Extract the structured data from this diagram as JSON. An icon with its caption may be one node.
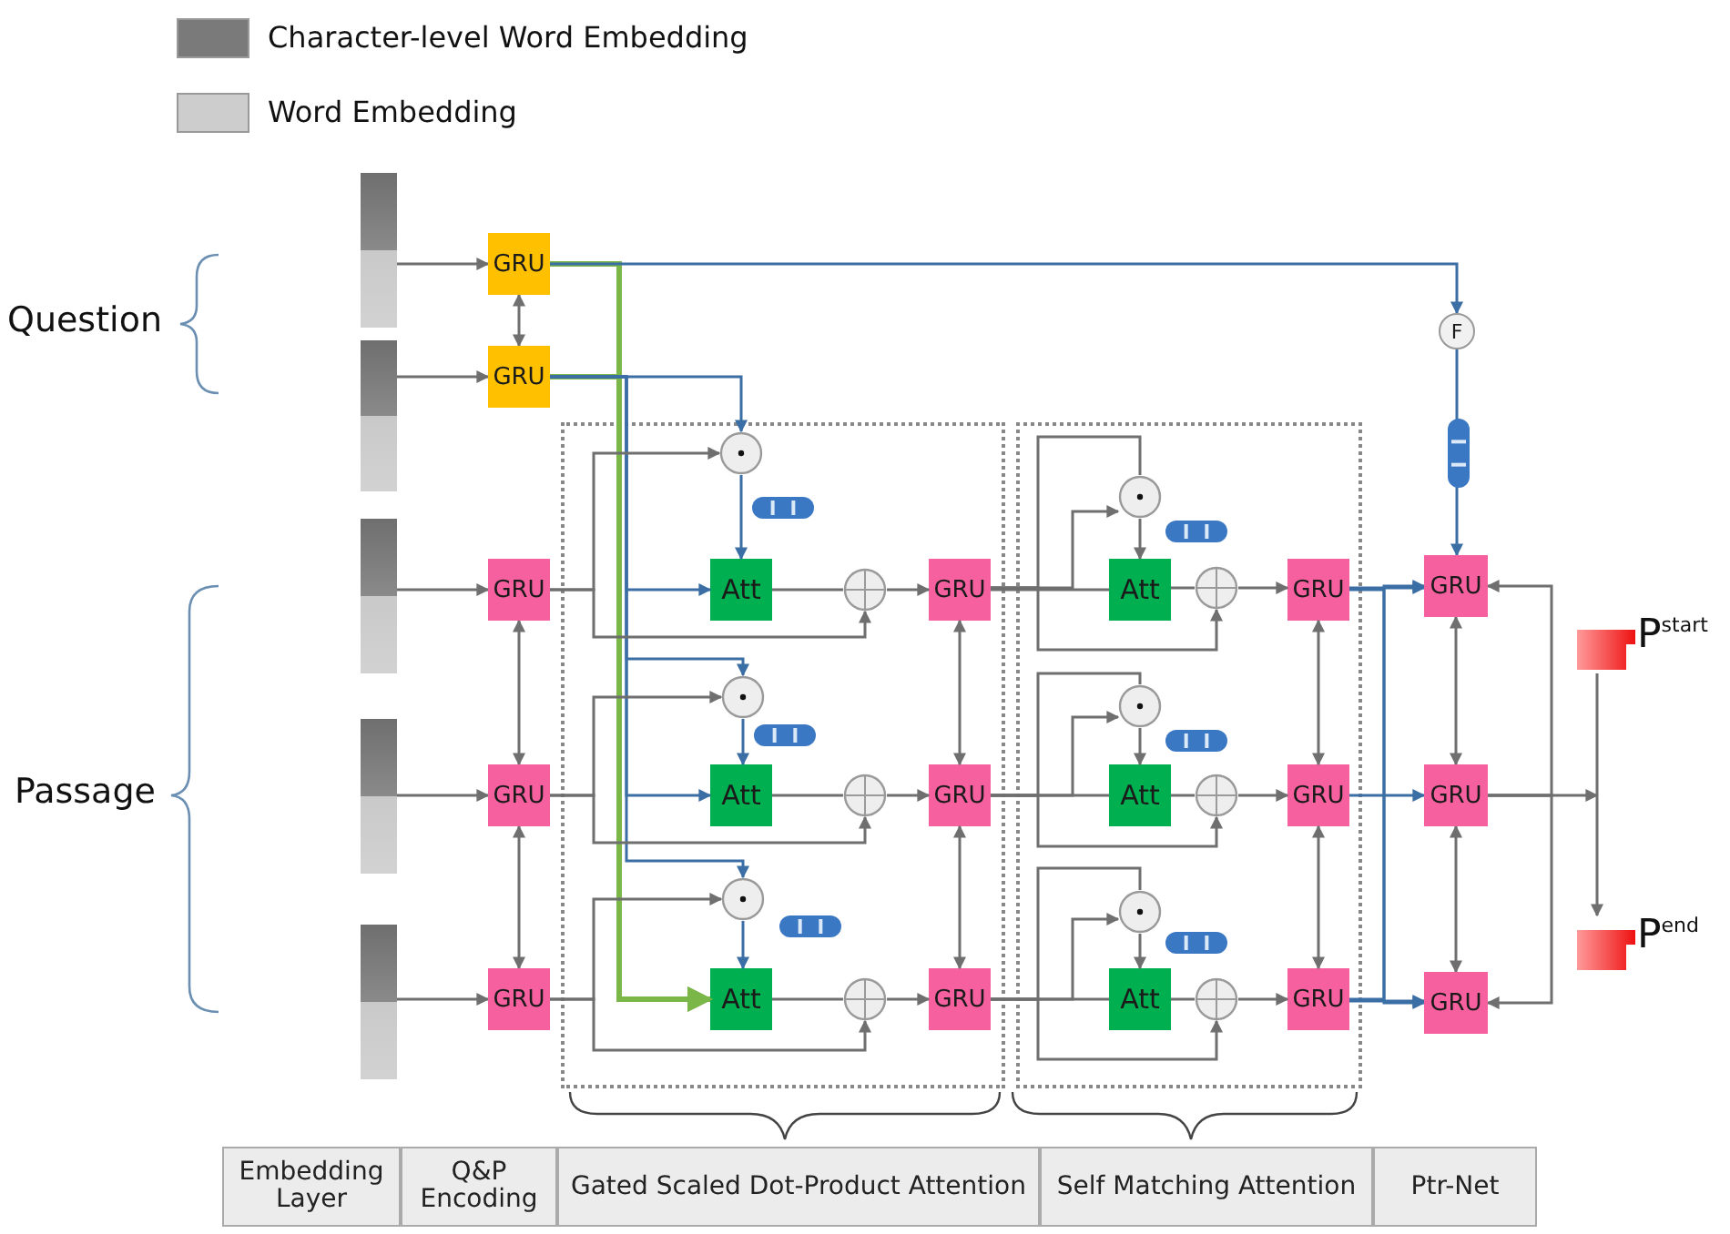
{
  "diagram": {
    "nodes": [
      {
        "text": [],
        "shape": "bar"
      },
      {
        "text": [],
        "shape": "bar"
      },
      {
        "text": [],
        "shape": "bar"
      },
      {
        "text": [],
        "shape": "bar"
      },
      {
        "text": [],
        "shape": "bar"
      },
      {
        "text": [
          "GRU"
        ]
      },
      {
        "text": [
          "GRU"
        ]
      },
      {
        "text": [
          "GRU"
        ]
      },
      {
        "text": [
          "GRU"
        ]
      },
      {
        "text": [
          "GRU"
        ]
      },
      {
        "text": [],
        "shape": "box"
      },
      {
        "text": [],
        "shape": "circle",
        "in": 10
      },
      {
        "text": [],
        "shape": "circle",
        "in": 10
      },
      {
        "text": [],
        "shape": "circle",
        "in": 10
      },
      {
        "text": [
          "Att"
        ],
        "in": 10
      },
      {
        "text": [
          "Att"
        ],
        "in": 10
      },
      {
        "text": [
          "Att"
        ],
        "in": 10
      },
      {
        "text": [],
        "shape": "circle",
        "in": 10
      },
      {
        "text": [],
        "shape": "circle",
        "in": 10
      },
      {
        "text": [],
        "shape": "circle",
        "in": 10
      },
      {
        "text": [
          "GRU"
        ],
        "in": 10
      },
      {
        "text": [
          "GRU"
        ],
        "in": 10
      },
      {
        "text": [
          "GRU"
        ],
        "in": 10
      },
      {
        "text": [],
        "shape": "box"
      },
      {
        "text": [],
        "shape": "circle",
        "in": 23
      },
      {
        "text": [],
        "shape": "circle",
        "in": 23
      },
      {
        "text": [],
        "shape": "circle",
        "in": 23
      },
      {
        "text": [
          "Att"
        ],
        "in": 23
      },
      {
        "text": [
          "Att"
        ],
        "in": 23
      },
      {
        "text": [
          "Att"
        ],
        "in": 23
      },
      {
        "text": [],
        "shape": "circle",
        "in": 23
      },
      {
        "text": [],
        "shape": "circle",
        "in": 23
      },
      {
        "text": [],
        "shape": "circle",
        "in": 23
      },
      {
        "text": [
          "GRU"
        ],
        "in": 23
      },
      {
        "text": [
          "GRU"
        ],
        "in": 23
      },
      {
        "text": [
          "GRU"
        ],
        "in": 23
      },
      {
        "text": [
          "F"
        ]
      },
      {
        "text": [
          "GRU"
        ]
      },
      {
        "text": [
          "GRU"
        ]
      },
      {
        "text": [
          "GRU"
        ]
      },
      {
        "text": [
          "P$^{start}$"
        ]
      },
      {
        "text": [
          "P$^{end}$"
        ]
      }
    ],
    "edges": [
      {
        "from": 0,
        "to": 5,
        "arrow": "to"
      },
      {
        "from": 1,
        "to": 6,
        "arrow": "to"
      },
      {
        "from": 2,
        "to": 7,
        "arrow": "to"
      },
      {
        "from": 3,
        "to": 8,
        "arrow": "to"
      },
      {
        "from": 4,
        "to": 9,
        "arrow": "to"
      },
      {
        "from": 5,
        "to": 6,
        "arrow": "both"
      },
      {
        "from": 7,
        "to": 8,
        "arrow": "both"
      },
      {
        "from": 8,
        "to": 9,
        "arrow": "both"
      },
      {
        "from": 5,
        "to": 16,
        "arrow": "to",
        "style": "thick",
        "color": "#7ab648"
      },
      {
        "from": 6,
        "to": 16,
        "arrow": "to",
        "style": "thick",
        "color": "#7ab648"
      },
      {
        "from": 5,
        "to": 36,
        "arrow": "to",
        "color": "#3a6ea5"
      },
      {
        "from": 6,
        "to": 11,
        "arrow": "to",
        "color": "#3a6ea5"
      },
      {
        "from": 6,
        "to": 12,
        "arrow": "to",
        "color": "#3a6ea5"
      },
      {
        "from": 6,
        "to": 13,
        "arrow": "to",
        "color": "#3a6ea5"
      },
      {
        "from": 6,
        "to": 14,
        "arrow": "to",
        "color": "#3a6ea5"
      },
      {
        "from": 6,
        "to": 15,
        "arrow": "to",
        "color": "#3a6ea5"
      },
      {
        "from": 7,
        "to": 11,
        "arrow": "to"
      },
      {
        "from": 7,
        "to": 17,
        "arrow": "to"
      },
      {
        "from": 8,
        "to": 12,
        "arrow": "to"
      },
      {
        "from": 8,
        "to": 18,
        "arrow": "to"
      },
      {
        "from": 9,
        "to": 13,
        "arrow": "to"
      },
      {
        "from": 9,
        "to": 19,
        "arrow": "to"
      },
      {
        "from": 11,
        "to": 14,
        "arrow": "to",
        "color": "#3a6ea5"
      },
      {
        "from": 12,
        "to": 15,
        "arrow": "to",
        "color": "#3a6ea5"
      },
      {
        "from": 13,
        "to": 16,
        "arrow": "to",
        "color": "#3a6ea5"
      },
      {
        "from": 14,
        "to": 17,
        "arrow": "none"
      },
      {
        "from": 15,
        "to": 18,
        "arrow": "none"
      },
      {
        "from": 16,
        "to": 19,
        "arrow": "none"
      },
      {
        "from": 17,
        "to": 20,
        "arrow": "to"
      },
      {
        "from": 18,
        "to": 21,
        "arrow": "to"
      },
      {
        "from": 19,
        "to": 22,
        "arrow": "to"
      },
      {
        "from": 20,
        "to": 21,
        "arrow": "both"
      },
      {
        "from": 21,
        "to": 22,
        "arrow": "both"
      },
      {
        "from": 20,
        "to": 24,
        "arrow": "to"
      },
      {
        "from": 20,
        "to": 24,
        "arrow": "none"
      },
      {
        "from": 20,
        "to": 27,
        "arrow": "none"
      },
      {
        "from": 20,
        "to": 30,
        "arrow": "to"
      },
      {
        "from": 24,
        "to": 27,
        "arrow": "to"
      },
      {
        "from": 27,
        "to": 30,
        "arrow": "none"
      },
      {
        "from": 30,
        "to": 33,
        "arrow": "to"
      },
      {
        "from": 21,
        "to": 25,
        "arrow": "to"
      },
      {
        "from": 21,
        "to": 25,
        "arrow": "none"
      },
      {
        "from": 21,
        "to": 28,
        "arrow": "none"
      },
      {
        "from": 21,
        "to": 31,
        "arrow": "to"
      },
      {
        "from": 25,
        "to": 28,
        "arrow": "to"
      },
      {
        "from": 28,
        "to": 31,
        "arrow": "none"
      },
      {
        "from": 31,
        "to": 34,
        "arrow": "to"
      },
      {
        "from": 22,
        "to": 26,
        "arrow": "to"
      },
      {
        "from": 22,
        "to": 26,
        "arrow": "none"
      },
      {
        "from": 22,
        "to": 29,
        "arrow": "none"
      },
      {
        "from": 22,
        "to": 32,
        "arrow": "to"
      },
      {
        "from": 26,
        "to": 29,
        "arrow": "to"
      },
      {
        "from": 29,
        "to": 32,
        "arrow": "none"
      },
      {
        "from": 32,
        "to": 35,
        "arrow": "to"
      },
      {
        "from": 33,
        "to": 34,
        "arrow": "both"
      },
      {
        "from": 34,
        "to": 35,
        "arrow": "both"
      },
      {
        "from": 33,
        "to": 37,
        "arrow": "to",
        "color": "#3a6ea5"
      },
      {
        "from": 34,
        "to": 38,
        "arrow": "to",
        "color": "#3a6ea5"
      },
      {
        "from": 35,
        "to": 39,
        "arrow": "to",
        "color": "#3a6ea5"
      },
      {
        "from": 33,
        "to": 39,
        "arrow": "to",
        "color": "#3a6ea5"
      },
      {
        "from": 35,
        "to": 37,
        "arrow": "to",
        "color": "#3a6ea5"
      },
      {
        "from": 36,
        "to": 37,
        "arrow": "to",
        "color": "#3a6ea5"
      },
      {
        "from": 37,
        "to": 38,
        "arrow": "both"
      },
      {
        "from": 38,
        "to": 39,
        "arrow": "both"
      },
      {
        "from": 38,
        "to": 37,
        "arrow": "to"
      },
      {
        "from": 38,
        "to": 39,
        "arrow": "to"
      },
      {
        "from": 38,
        "to": null,
        "arrow": "to"
      },
      {
        "from": 40,
        "to": 41,
        "arrow": "to"
      }
    ],
    "labels": [
      "Question",
      "Passage",
      "Embedding Layer",
      "Q&P Encoding",
      "Gated Scaled Dot-Product Attention",
      "Self Matching Attention",
      "Ptr-Net"
    ],
    "legend": [
      {
        "text": "Character-level Word Embedding",
        "color": "#7a7a7a"
      },
      {
        "text": "Word Embedding",
        "color": "#cdcdcd"
      }
    ]
  }
}
